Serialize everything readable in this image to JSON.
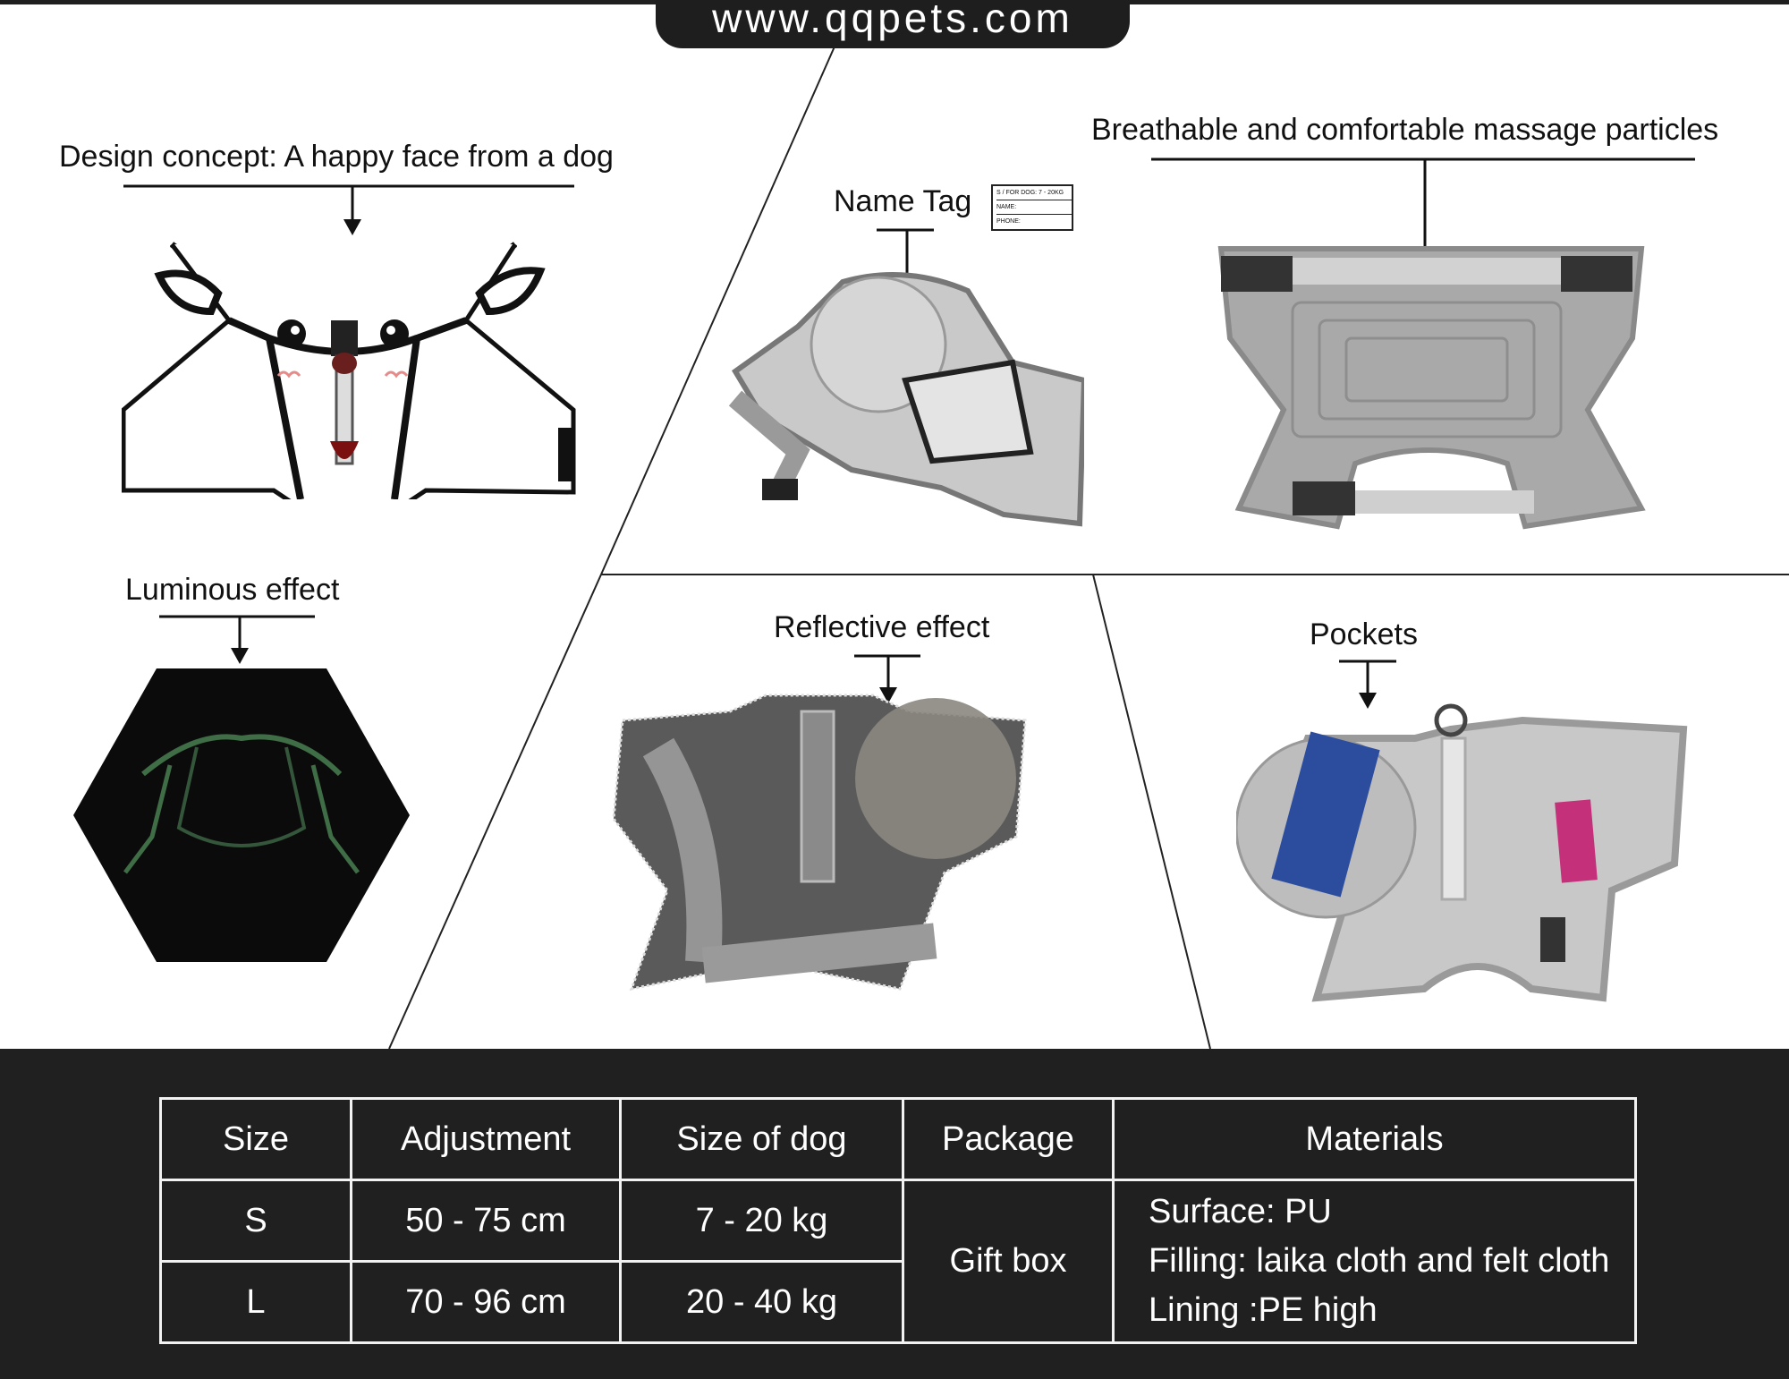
{
  "header": {
    "site": "www.qqpets.com"
  },
  "features": {
    "design_concept": "Design concept: A happy face from a dog",
    "name_tag": "Name Tag",
    "massage": "Breathable and comfortable massage particles",
    "luminous": "Luminous effect",
    "reflective": "Reflective effect",
    "pockets": "Pockets"
  },
  "name_tag_card": {
    "line1": "S / FOR DOG: 7 - 20KG",
    "line2": "NAME:",
    "line3": "PHONE:"
  },
  "table": {
    "headers": [
      "Size",
      "Adjustment",
      "Size of dog",
      "Package",
      "Materials"
    ],
    "rows": [
      {
        "size": "S",
        "adjustment": "50 - 75 cm",
        "dog": "7 - 20 kg"
      },
      {
        "size": "L",
        "adjustment": "70 - 96 cm",
        "dog": "20 - 40 kg"
      }
    ],
    "package": "Gift box",
    "materials": [
      "Surface: PU",
      "Filling: laika cloth and felt cloth",
      "Lining :PE high"
    ]
  },
  "colors": {
    "dark": "#202020",
    "harness_grey": "#b9b9b9",
    "glow_green": "#3f6d46"
  }
}
